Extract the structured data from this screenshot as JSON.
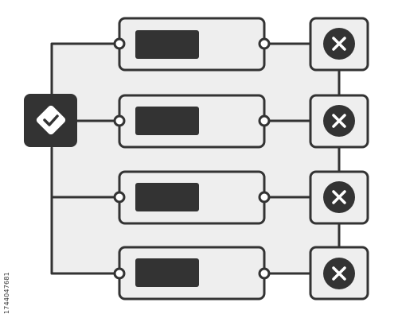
{
  "diagram": {
    "start_node": {
      "icon": "checkmark-diamond-icon"
    },
    "rows": [
      {
        "block_icon": "placeholder-bar",
        "end_icon": "x-close-icon"
      },
      {
        "block_icon": "placeholder-bar",
        "end_icon": "x-close-icon"
      },
      {
        "block_icon": "placeholder-bar",
        "end_icon": "x-close-icon"
      },
      {
        "block_icon": "placeholder-bar",
        "end_icon": "x-close-icon"
      }
    ]
  },
  "colors": {
    "stroke": "#333333",
    "panel": "#eeeeee",
    "fill_dark": "#333333",
    "background": "#ffffff",
    "connector_dot": "#ffffff"
  },
  "watermark": {
    "id_text": "1744047681"
  }
}
